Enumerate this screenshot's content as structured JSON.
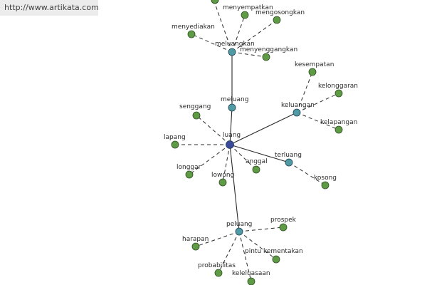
{
  "watermark": "http://www.artikata.com",
  "colors": {
    "root_node": "#3b4a9a",
    "hub_node": "#4f9aa3",
    "leaf_node": "#5f9a45",
    "edge": "#2a2a2a"
  },
  "labels": {
    "luang": "luang",
    "meluang": "meluang",
    "meluangkan": "meluangkan",
    "keluangan": "keluangan",
    "terluang": "terluang",
    "peluang": "peluang",
    "menyempatkan": "menyempatkan",
    "mengosongkan": "mengosongkan",
    "menyediakan": "menyediakan",
    "menyenggangkan": "menyenggangkan",
    "kesempatan": "kesempatan",
    "kelonggaran": "kelonggaran",
    "kelapangan": "kelapangan",
    "kosong": "kosong",
    "senggang": "senggang",
    "lapang": "lapang",
    "longgar": "longgar",
    "lowong": "lowong",
    "anggal": "anggal",
    "prospek": "prospek",
    "harapan": "harapan",
    "probabilitas": "probabilitas",
    "pintu": "pintu",
    "kementakan": "kementakan",
    "keleluasaan": "keleluasaan"
  }
}
